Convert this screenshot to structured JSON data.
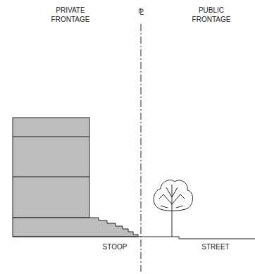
{
  "diagram": {
    "labels": [
      "PRIVATE FRONTAGE",
      "⅊",
      "PUBLIC FRONTAGE",
      "STOOP",
      "STREET"
    ]
  }
}
